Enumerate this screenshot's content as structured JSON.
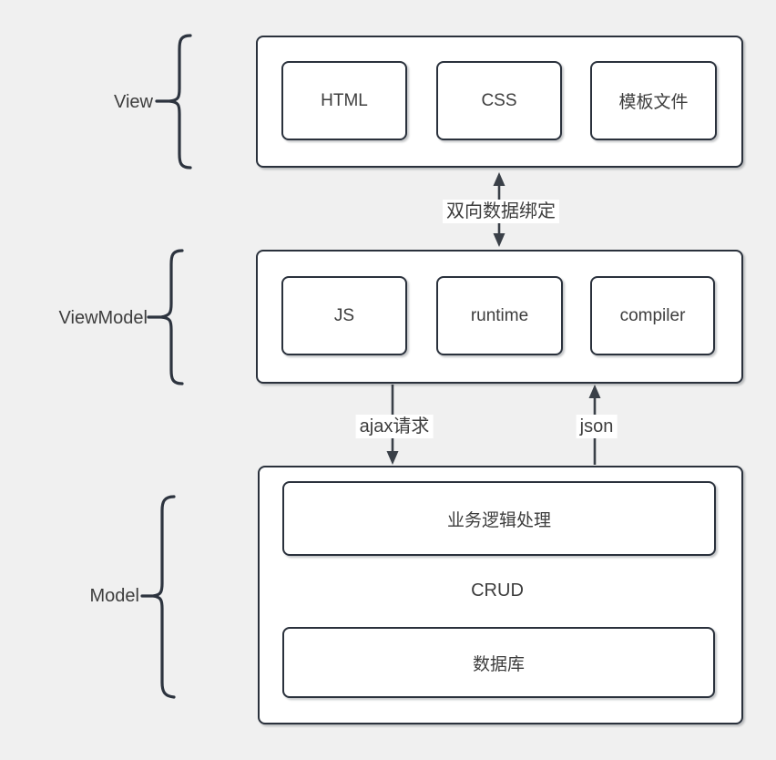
{
  "sections": {
    "view": {
      "label": "View",
      "boxes": [
        "HTML",
        "CSS",
        "模板文件"
      ]
    },
    "viewmodel": {
      "label": "ViewModel",
      "boxes": [
        "JS",
        "runtime",
        "compiler"
      ]
    },
    "model": {
      "label": "Model",
      "boxes": [
        "业务逻辑处理",
        "数据库"
      ]
    }
  },
  "edges": {
    "two_way_binding": "双向数据绑定",
    "ajax_request": "ajax请求",
    "json_response": "json",
    "crud": "CRUD"
  },
  "colors": {
    "background": "#f0f0f0",
    "box_fill": "#ffffff",
    "box_stroke": "#2a313c",
    "arrow": "#3a4048",
    "text": "#3d3d3d"
  }
}
